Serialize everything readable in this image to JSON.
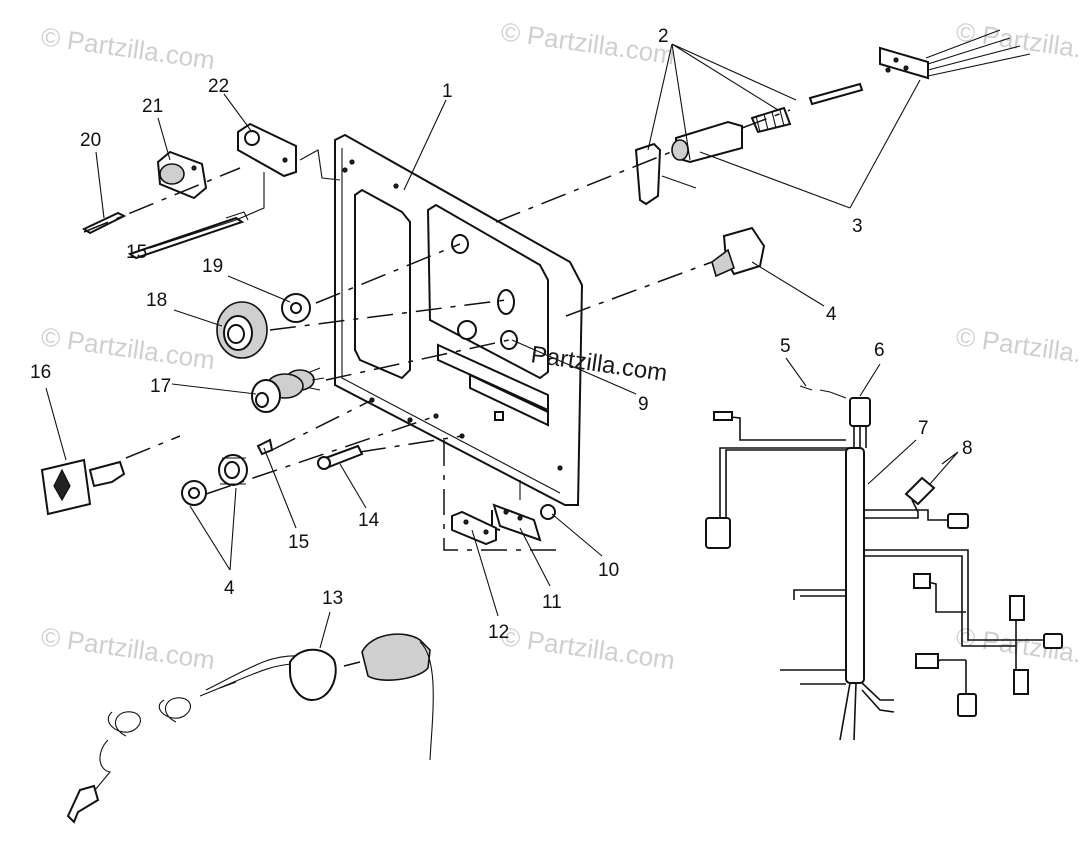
{
  "watermarks": [
    "© Partzilla.com",
    "© Partzilla.com",
    "© Partzilla.com",
    "© Partzilla.com",
    "© Partzilla.com",
    "© Partzilla.com",
    "© Partzilla.com",
    "© Partzilla.com"
  ],
  "center_watermark": "Partzilla.com",
  "callouts": [
    "1",
    "2",
    "3",
    "4",
    "4",
    "5",
    "6",
    "7",
    "8",
    "9",
    "10",
    "11",
    "12",
    "13",
    "14",
    "15",
    "15",
    "16",
    "17",
    "18",
    "19",
    "20",
    "21",
    "22"
  ]
}
